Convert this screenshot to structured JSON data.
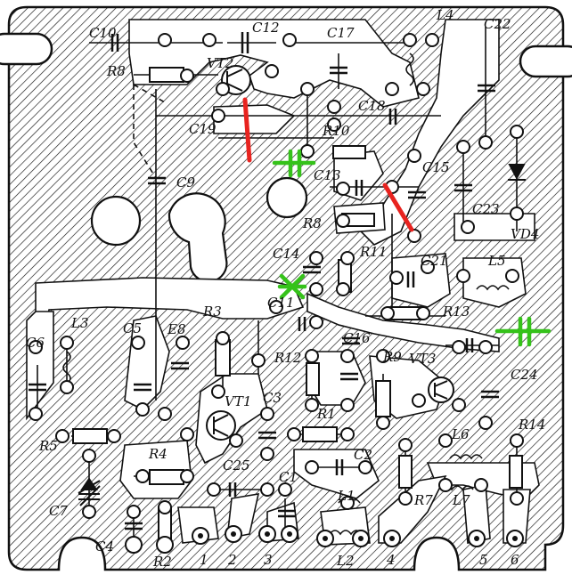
{
  "board": {
    "labels": {
      "C10": "C10",
      "C12": "C12",
      "C17": "C17",
      "L4": "L4",
      "C22": "C22",
      "R8_top": "R8",
      "VT2": "VT2",
      "C19": "C19",
      "C18": "C18",
      "R10": "R10",
      "C13": "C13",
      "C15": "C15",
      "C9": "C9",
      "R8_mid": "R8",
      "C23": "C23",
      "VD4": "VD4",
      "C14": "C14",
      "R11": "R11",
      "C21": "C21",
      "L5": "L5",
      "C11": "C11",
      "R3": "R3",
      "R13": "R13",
      "L3": "L3",
      "C5": "C5",
      "E8": "E8",
      "C16": "C16",
      "C6": "C6",
      "R12": "R12",
      "R9": "R9",
      "VT3": "VT3",
      "C24": "C24",
      "VT1": "VT1",
      "C3": "C3",
      "R1": "R1",
      "R5": "R5",
      "R14": "R14",
      "L6": "L6",
      "R4": "R4",
      "C2": "C2",
      "C25": "C25",
      "C1": "C1",
      "R7": "R7",
      "L7": "L7",
      "L1": "L1",
      "C7": "C7",
      "C4": "C4",
      "R2": "R2",
      "L2": "L2"
    },
    "terminals": [
      "1",
      "2",
      "3",
      "4",
      "5",
      "6"
    ],
    "colors": {
      "ink": "#111111",
      "cut_mark": "#e8231f",
      "added_capacitor": "#35c21a"
    }
  }
}
